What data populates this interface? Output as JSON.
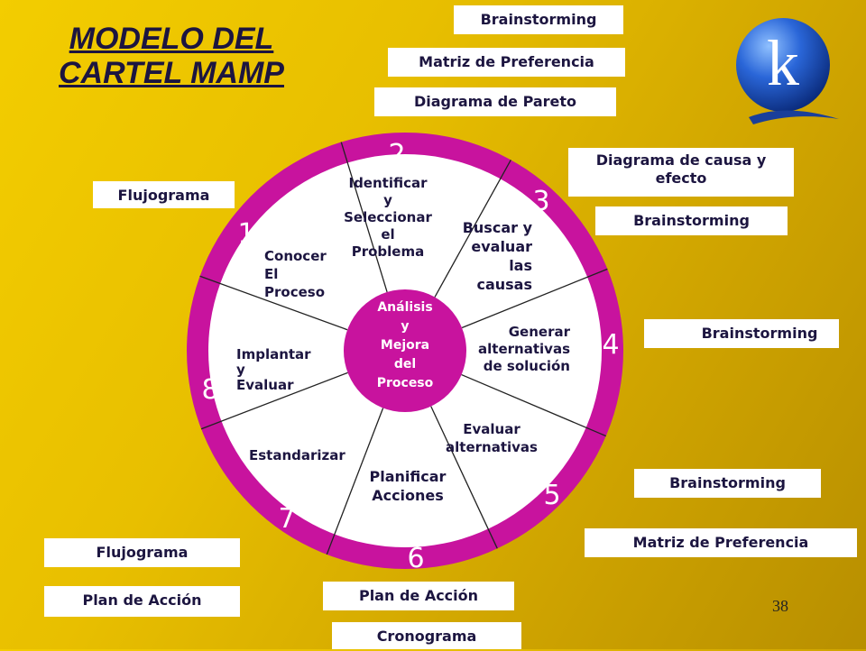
{
  "title": "MODELO DEL CARTEL MAMP",
  "page_number": "38",
  "center_text": [
    "Análisis",
    "y",
    "Mejora",
    "del",
    "Proceso"
  ],
  "steps": [
    {
      "number": "1",
      "label": [
        "Conocer",
        "El",
        "Proceso"
      ]
    },
    {
      "number": "2",
      "label": [
        "Identificar",
        "y",
        "Seleccionar",
        "el",
        "Problema"
      ]
    },
    {
      "number": "3",
      "label": [
        "Buscar y",
        "evaluar",
        "las",
        "causas"
      ]
    },
    {
      "number": "4",
      "label": [
        "Generar",
        "alternativas",
        "de solución"
      ]
    },
    {
      "number": "5",
      "label": [
        "Evaluar",
        "alternativas"
      ]
    },
    {
      "number": "6",
      "label": [
        "Planificar",
        "Acciones"
      ]
    },
    {
      "number": "7",
      "label": [
        "Estandarizar"
      ]
    },
    {
      "number": "8",
      "label": [
        "Implantar",
        "y",
        "Evaluar"
      ]
    }
  ],
  "tools": {
    "brainstorming_top": "Brainstorming",
    "matriz_top": "Matriz de Preferencia",
    "pareto": "Diagrama de Pareto",
    "causa_efecto": "Diagrama de causa y efecto",
    "brainstorming_step3": "Brainstorming",
    "flujograma_step1": "Flujograma",
    "brainstorming_step4": "Brainstorming",
    "brainstorming_step5": "Brainstorming",
    "matriz_step5": "Matriz de Preferencia",
    "flujograma_step7": "Flujograma",
    "plan_step7": "Plan de Acción",
    "plan_step6": "Plan de Acción",
    "cronograma": "Cronograma"
  },
  "logo_letter": "k",
  "colors": {
    "ring": "#c8139e",
    "center": "#c8139e",
    "text_dark": "#1c1540",
    "logo_blue": "#1a4fc4"
  }
}
